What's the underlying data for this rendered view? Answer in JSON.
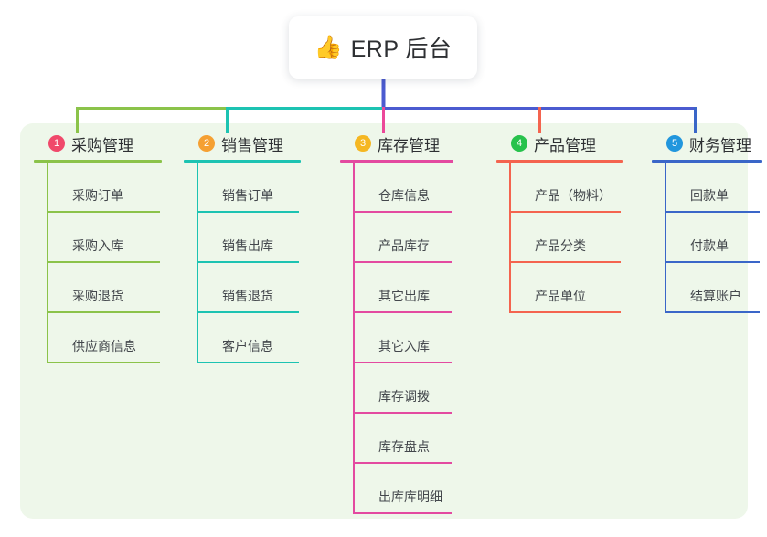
{
  "diagram": {
    "type": "org-chart-mindmap",
    "root": {
      "icon": "thumbs-up-emoji",
      "emoji": "👍",
      "title": "ERP 后台",
      "stem_color": "#4b5bd0"
    },
    "panel_color": "#eef7ea",
    "columns": [
      {
        "number": "1",
        "title": "采购管理",
        "badge_color": "#f0496b",
        "line_color": "#8bc34a",
        "connector_color": "#8bc34a",
        "items": [
          "采购订单",
          "采购入库",
          "采购退货",
          "供应商信息"
        ]
      },
      {
        "number": "2",
        "title": "销售管理",
        "badge_color": "#f5a032",
        "line_color": "#1cc3b2",
        "connector_color": "#1cc3b2",
        "items": [
          "销售订单",
          "销售出库",
          "销售退货",
          "客户信息"
        ]
      },
      {
        "number": "3",
        "title": "库存管理",
        "badge_color": "#f5b722",
        "line_color": "#e34aa0",
        "connector_color": "#ec4899",
        "items": [
          "仓库信息",
          "产品库存",
          "其它出库",
          "其它入库",
          "库存调拨",
          "库存盘点",
          "出库库明细"
        ]
      },
      {
        "number": "4",
        "title": "产品管理",
        "badge_color": "#27c24c",
        "line_color": "#f4644f",
        "connector_color": "#f4644f",
        "items": [
          "产品（物料）",
          "产品分类",
          "产品单位"
        ]
      },
      {
        "number": "5",
        "title": "财务管理",
        "badge_color": "#2196dd",
        "line_color": "#3a66c8",
        "connector_color": "#3a66c8",
        "items": [
          "回款单",
          "付款单",
          "结算账户"
        ]
      }
    ]
  }
}
